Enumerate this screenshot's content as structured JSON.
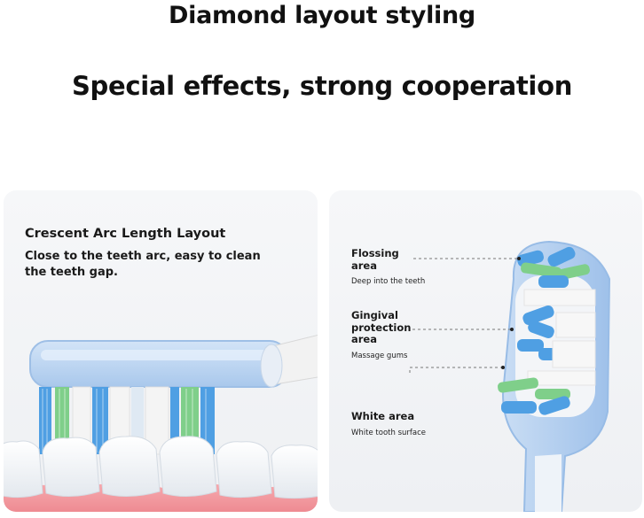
{
  "headline": {
    "line1": "Diamond layout styling",
    "line2": "Special effects, strong cooperation"
  },
  "left_panel": {
    "title": "Crescent Arc Length Layout",
    "description": "Close to the teeth arc, easy to clean the teeth gap."
  },
  "right_panel": {
    "callouts": [
      {
        "name": "Flossing area",
        "sub": "Deep into the teeth"
      },
      {
        "name": "Gingival protection area",
        "sub": "Massage gums"
      },
      {
        "name": "White area",
        "sub": "White tooth surface"
      }
    ]
  },
  "colors": {
    "bristle_blue": "#4f9fe3",
    "bristle_green": "#7fcf8a",
    "bristle_white": "#f4f4f4",
    "head_blue": "#bcd6f2",
    "background": "#ffffff"
  }
}
